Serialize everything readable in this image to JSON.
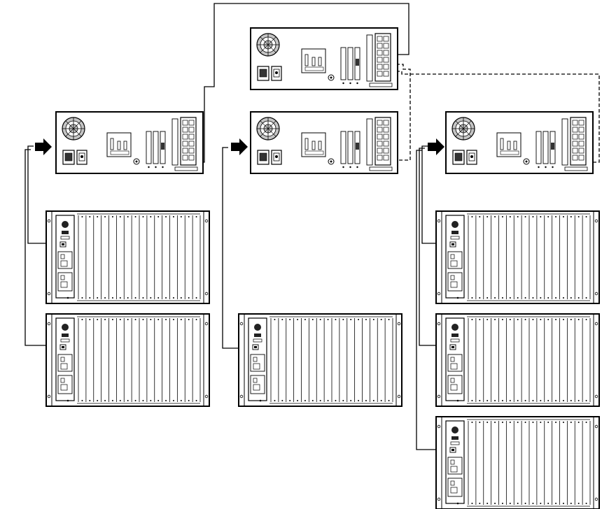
{
  "diagram": {
    "description_visible_text": [],
    "colors": {
      "line": "#000000",
      "panel_fill": "#ffffff",
      "arrow_fill": "#000000",
      "fan_gray": "#b8b8b8",
      "dark": "#222222"
    },
    "hosts": [
      {
        "id": "host-top-center",
        "role": "server"
      },
      {
        "id": "host-left",
        "role": "server"
      },
      {
        "id": "host-center",
        "role": "server"
      },
      {
        "id": "host-right",
        "role": "server"
      }
    ],
    "chassis_units": [
      {
        "id": "chassis-left-1",
        "slots": 16
      },
      {
        "id": "chassis-left-2",
        "slots": 16
      },
      {
        "id": "chassis-center-1",
        "slots": 16
      },
      {
        "id": "chassis-right-1",
        "slots": 16
      },
      {
        "id": "chassis-right-2",
        "slots": 16
      },
      {
        "id": "chassis-right-3",
        "slots": 16
      }
    ],
    "connections": [
      {
        "from": "host-left",
        "to": "host-top-center",
        "style": "solid"
      },
      {
        "from": "host-top-center",
        "to": "host-center",
        "style": "dashed"
      },
      {
        "from": "host-top-center",
        "to": "host-right",
        "style": "dashed"
      },
      {
        "from": "host-left",
        "to": "chassis-left-1",
        "style": "solid"
      },
      {
        "from": "host-left",
        "to": "chassis-left-2",
        "style": "solid"
      },
      {
        "from": "host-center",
        "to": "chassis-center-1",
        "style": "solid"
      },
      {
        "from": "host-right",
        "to": "chassis-right-1",
        "style": "solid"
      },
      {
        "from": "host-right",
        "to": "chassis-right-2",
        "style": "solid"
      },
      {
        "from": "host-right",
        "to": "chassis-right-3",
        "style": "solid"
      }
    ]
  }
}
